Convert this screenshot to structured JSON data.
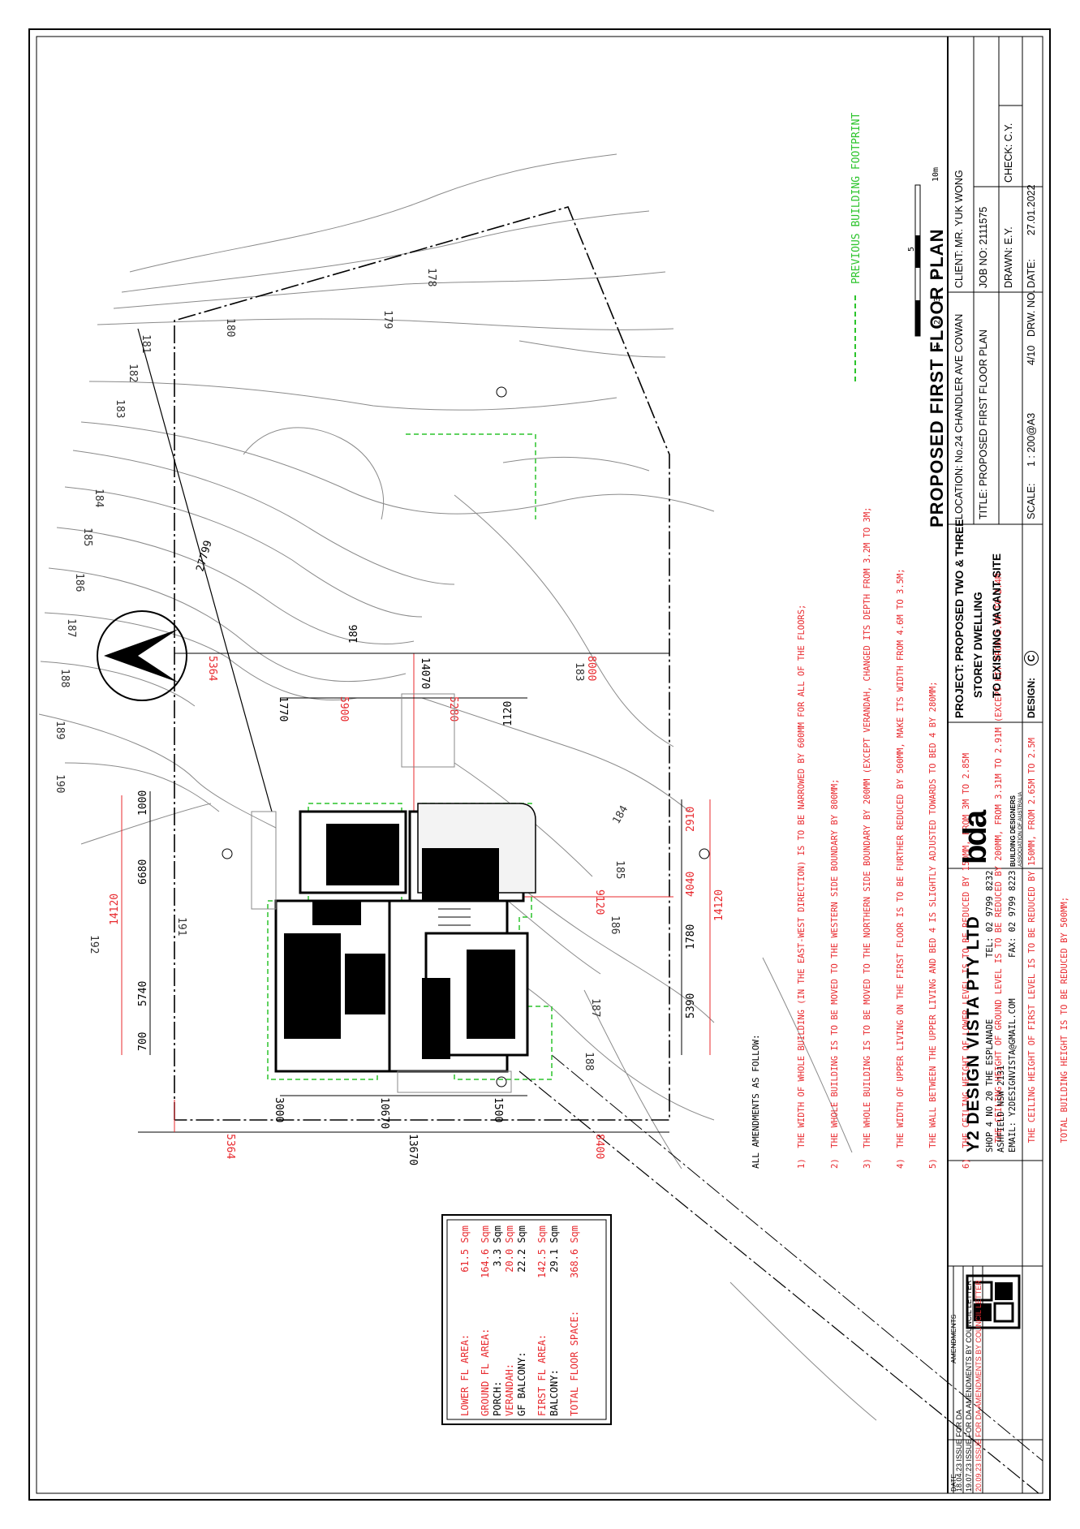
{
  "plan_title": "PROPOSED FIRST FLOOR PLAN",
  "footprint_legend": "PREVIOUS BUILDING FOOTPRINT",
  "scale_bar": {
    "ticks": [
      "1",
      "2",
      "3",
      "4",
      "5"
    ],
    "end_label": "10m"
  },
  "colors": {
    "red": "#e8282d",
    "green": "#2bc42b",
    "black": "#111111",
    "grey": "#8a8a8a"
  },
  "contours": [
    "178",
    "179",
    "180",
    "181",
    "182",
    "183",
    "184",
    "185",
    "186",
    "187",
    "188",
    "189",
    "190",
    "191",
    "192",
    "183",
    "184",
    "185",
    "186",
    "187",
    "188",
    "189",
    "190"
  ],
  "dims_top": {
    "left": "5364",
    "total": "14070",
    "d1": "1770",
    "d2": "5900",
    "d3": "5280",
    "d4": "1120",
    "right": "8000",
    "mid": "186"
  },
  "dims_bottom": {
    "left": "5364",
    "total": "13670",
    "d1": "3000",
    "d2": "10670",
    "d3": "1500",
    "right": "8400"
  },
  "dims_left": {
    "total": "14120",
    "a": "1000",
    "b": "6680",
    "c": "5740",
    "d": "700"
  },
  "dims_right": {
    "total": "14120",
    "a": "2910",
    "b": "4040",
    "c": "1780",
    "d": "5390"
  },
  "dims_misc": {
    "diag": "27799",
    "width": "9120"
  },
  "amendments": {
    "heading": "ALL AMENDMENTS AS FOLLOW:",
    "items": [
      "1)  THE WIDTH OF WHOLE BUILDING (IN THE EAST-WEST DIRECTION) IS TO BE NARROWED BY 600MM FOR ALL OF THE FLOORS;",
      "2)  THE WHOLE BUILDING IS TO BE MOVED TO THE WESTERN SIDE BOUNDARY BY 800MM;",
      "3)  THE WHOLE BUILDING IS TO BE MOVED TO THE NORTHERN SIDE BOUNDARY BY 200MM (EXCEPT VERANDAH, CHANGED ITS DEPTH FROM 3.2M TO 3M;",
      "4)  THE WIDTH OF UPPER LIVING ON THE FIRST FLOOR IS TO BE FURTHER REDUCED BY 500MM, MAKE ITS WIDTH FROM 4.6M TO 3.5M;",
      "5)  THE WALL BETWEEN THE UPPER LIVING AND BED 4 IS SLIGHTLY ADJUSTED TOWARDS TO BED 4 BY 280MM;",
      "6)  THE CEILING HEIGHT OF LOWER LEVEL IS TO BE REDUCED BY 150MM, FROM 3M TO 2.85M",
      "     THE CEILING HEIGHT OF GROUND LEVEL IS TO BE REDUCED BY 200MM, FROM 3.31M TO 2.91M (EXCEPT KIT FROM 2.6M TO 2.4M",
      "     THE CEILING HEIGHT OF FIRST LEVEL IS TO BE REDUCED BY 150MM, FROM 2.65M TO 2.5M",
      "     TOTAL BUILDING HEIGHT IS TO BE REDUCED BY 500MM;"
    ]
  },
  "areas": [
    {
      "label": "LOWER FL AREA:",
      "value": "61.5 Sqm",
      "red": true
    },
    {
      "label": "GROUND FL AREA:",
      "value": "164.6 Sqm",
      "red": true
    },
    {
      "label": "PORCH:",
      "value": "3.3 Sqm",
      "red": false
    },
    {
      "label": "VERANDAH:",
      "value": "20.0 Sqm",
      "red": true
    },
    {
      "label": "GF BALCONY:",
      "value": "22.2 Sqm",
      "red": false
    },
    {
      "label": "FIRST FL AREA:",
      "value": "142.5 Sqm",
      "red": true
    },
    {
      "label": "BALCONY:",
      "value": "29.1 Sqm",
      "red": false
    },
    {
      "label": "TOTAL FLOOR SPACE:",
      "value": "368.6 Sqm",
      "red": true
    }
  ],
  "amend_table": {
    "col_date": "DATE",
    "col_amend": "AMENDMENTS",
    "rows": [
      {
        "date": "18.04.23",
        "text": "ISSUE FOR DA",
        "red": false
      },
      {
        "date": "19.07.23",
        "text": "ISSUE FOR DA AMENDMENTS BY COUNCIL LETTER",
        "red": false
      },
      {
        "date": "20.09.23",
        "text": "ISSUE FOR DA AMENDMENTS BY COUNCIL LETTER",
        "red": true
      }
    ]
  },
  "company": {
    "name": "Y2 DESIGN VISTA PTY LTD",
    "addr1": "SHOP 4 NO 20 THE ESPLANADE",
    "addr2": "ASHFIELD NSW 2131",
    "email": "EMAIL: Y2DESIGNVISTA@GMAIL.COM",
    "tel": "TEL:  02 9799 8232",
    "fax": "FAX:  02 9799 8223"
  },
  "bda": {
    "mark": "bda",
    "line1": "BUILDING DESIGNERS",
    "line2": "ASSOCIATION OF AUSTRALIA"
  },
  "project": {
    "line1": "PROJECT: PROPOSED TWO & THREE",
    "line2": "STOREY DWELLING",
    "line3": "TO EXISTING VACANT SITE",
    "design_label": "DESIGN:",
    "design_mark": "C"
  },
  "titleblock": {
    "location": "LOCATION: No.24 CHANDLER AVE COWAN",
    "title": "TITLE: PROPOSED FIRST FLOOR PLAN",
    "scale_label": "SCALE:",
    "scale": "1 : 200@A3",
    "drw_label": "DRW. NO.",
    "sheet": "4/10",
    "client": "CLIENT: MR. YUK WONG",
    "job": "JOB NO:  2111575",
    "drawn": "DRAWN: E.Y.",
    "check": "CHECK: C.Y.",
    "date_label": "DATE:",
    "date": "27.01.2022"
  }
}
